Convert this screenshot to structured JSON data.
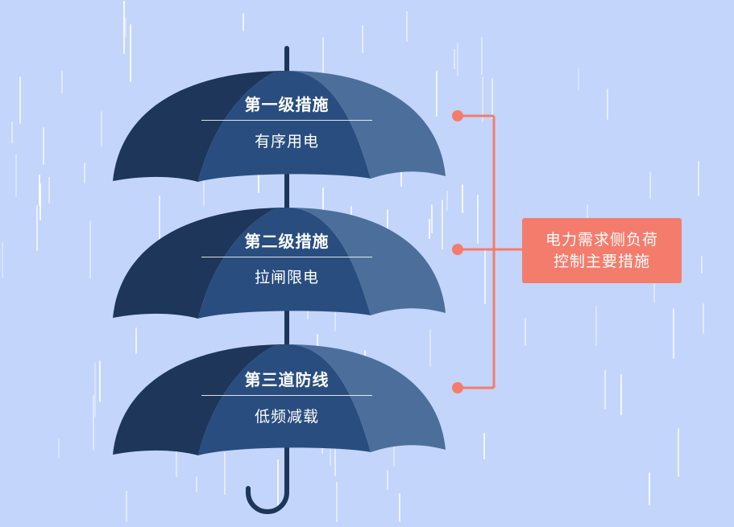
{
  "colors": {
    "background": "#c3d5fb",
    "umbrella_dark": "#1e3659",
    "umbrella_mid": "#294d7f",
    "umbrella_light": "#4b6f9a",
    "handle": "#1e3659",
    "accent": "#f47c6c",
    "rain": "#ffffff"
  },
  "umbrellas": [
    {
      "title": "第一级措施",
      "subtitle": "有序用电"
    },
    {
      "title": "第二级措施",
      "subtitle": "拉闸限电"
    },
    {
      "title": "第三道防线",
      "subtitle": "低频减载"
    }
  ],
  "callout": {
    "line1": "电力需求侧负荷",
    "line2": "控制主要措施"
  }
}
